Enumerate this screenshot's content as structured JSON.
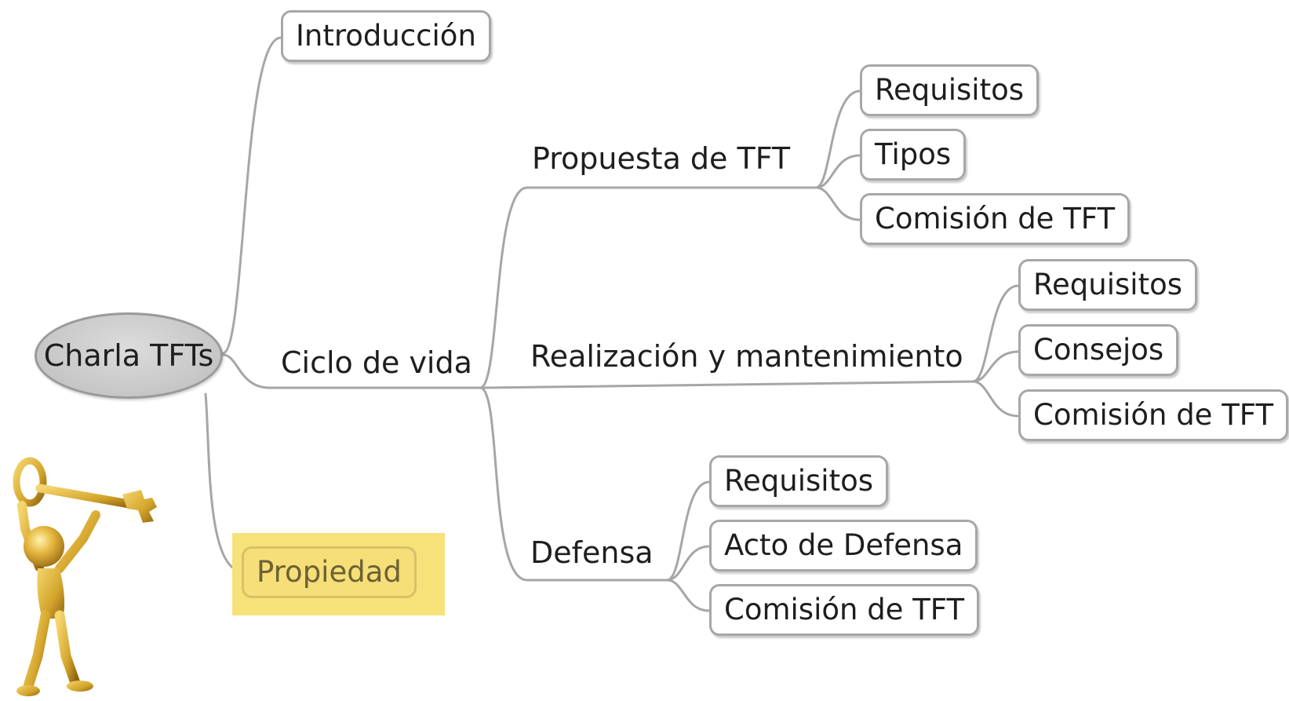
{
  "mind_map": {
    "root": "Charla TFTs",
    "introduccion": "Introducción",
    "ciclo_de_vida": {
      "label": "Ciclo de vida",
      "propuesta": {
        "label": "Propuesta de TFT",
        "children": [
          "Requisitos",
          "Tipos",
          "Comisión de TFT"
        ]
      },
      "realizacion": {
        "label": "Realización y mantenimiento",
        "children": [
          "Requisitos",
          "Consejos",
          "Comisión de TFT"
        ]
      },
      "defensa": {
        "label": "Defensa",
        "children": [
          "Requisitos",
          "Acto de Defensa",
          "Comisión de TFT"
        ]
      }
    },
    "propiedad": "Propiedad"
  },
  "colors": {
    "connector": "#a6a6a6",
    "node_border": "#a7a7a7",
    "root_fill": "#c9c9c9",
    "highlight": "#f7e27a",
    "key_figure_gold": "#d4a52c"
  },
  "icons": {
    "illustration": "gold-figure-holding-key-icon"
  }
}
